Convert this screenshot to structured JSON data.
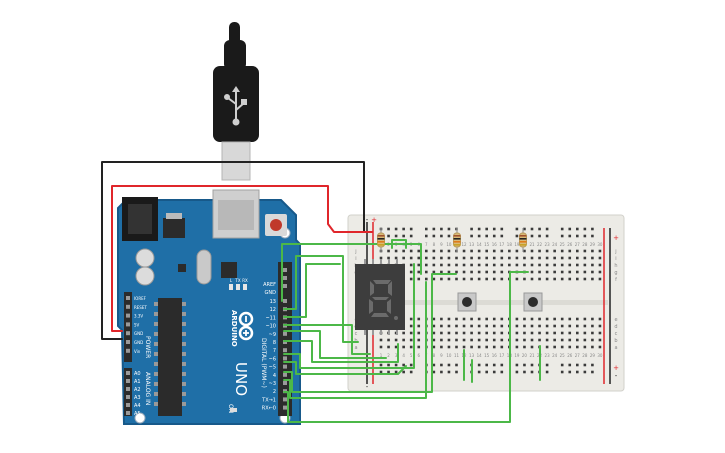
{
  "arduino": {
    "brand": "ARDUINO",
    "model": "UNO",
    "logo": "arduino-infinity-logo",
    "pins_digital_header": "DIGITAL (PWM~)",
    "pins_aref": "AREF",
    "pins_gnd": "GND",
    "digital_pins": [
      "13",
      "12",
      "~11",
      "~10",
      "~9",
      "8",
      "7",
      "~6",
      "~5",
      "4",
      "~3",
      "2",
      "TX→1",
      "RX←0"
    ],
    "power_header": "POWER",
    "power_pins": [
      "IOREF",
      "RESET",
      "3.3V",
      "5V",
      "GND",
      "GND",
      "Vin"
    ],
    "analog_header": "ANALOG IN",
    "analog_pins": [
      "A0",
      "A1",
      "A2",
      "A3",
      "A4",
      "A5"
    ],
    "led_labels": [
      "L",
      "TX",
      "RX"
    ],
    "on_label": "ON",
    "colors": {
      "board": "#1f6fa7",
      "board_dark": "#17598a",
      "header": "#2b2b2b"
    }
  },
  "usb_cable": {
    "icon": "usb-icon",
    "colors": {
      "plug": "#1a1a1a",
      "metal": "#d8d8d8"
    }
  },
  "breadboard": {
    "rails_left": [
      "-",
      "+"
    ],
    "rails_right": [
      "+",
      "-"
    ],
    "row_letters_top": [
      "j",
      "i",
      "h",
      "g",
      "f"
    ],
    "row_letters_bottom": [
      "e",
      "d",
      "c",
      "b",
      "a"
    ],
    "column_labels": [
      "1",
      "2",
      "3",
      "4",
      "5",
      "6",
      "7",
      "8",
      "9",
      "10",
      "11",
      "12",
      "13",
      "14",
      "15",
      "16",
      "17",
      "18",
      "19",
      "20",
      "21",
      "22",
      "23",
      "24",
      "25",
      "26",
      "27",
      "28",
      "29",
      "30"
    ],
    "colors": {
      "body": "#ecebe6",
      "hole": "#3a3a3a",
      "rail_red": "#e0262b",
      "rail_black": "#222222"
    }
  },
  "display": {
    "digit": "8",
    "colors": {
      "body": "#3d3d3d",
      "segment": "#6b6b6b"
    }
  },
  "resistors": [
    "resistor-1",
    "resistor-2",
    "resistor-3"
  ],
  "buttons": [
    "pushbutton-1",
    "pushbutton-2"
  ],
  "wire_colors": {
    "green": "#4cb848",
    "red": "#e0262b",
    "black": "#222222"
  }
}
